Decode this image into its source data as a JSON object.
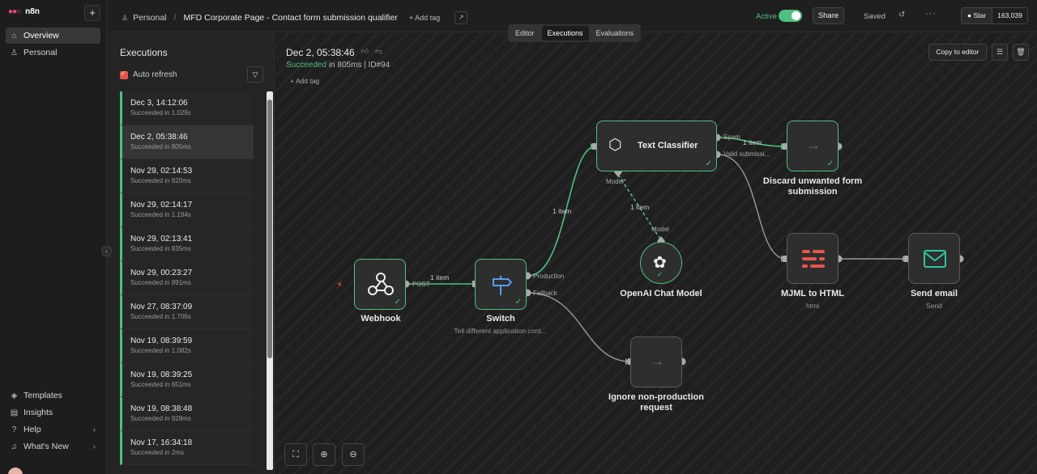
{
  "sidebar": {
    "brand": "n8n",
    "items": [
      {
        "label": "Overview",
        "icon": "home-icon"
      },
      {
        "label": "Personal",
        "icon": "user-icon"
      }
    ],
    "bottom": [
      {
        "label": "Templates",
        "icon": "templates-icon"
      },
      {
        "label": "Insights",
        "icon": "insights-icon"
      },
      {
        "label": "Help",
        "icon": "help-icon"
      },
      {
        "label": "What's New",
        "icon": "bell-icon"
      }
    ]
  },
  "header": {
    "project": "Personal",
    "workflow_name": "MFD Corporate Page - Contact form submission qualifier",
    "add_tag": "+ Add tag",
    "active_label": "Active",
    "share": "Share",
    "saved": "Saved",
    "github_star": "Star",
    "github_count": "163,039"
  },
  "tabs": [
    {
      "label": "Editor"
    },
    {
      "label": "Executions"
    },
    {
      "label": "Evaluations"
    }
  ],
  "executions": {
    "title": "Executions",
    "auto_refresh": "Auto refresh",
    "items": [
      {
        "date": "Dec 3, 14:12:06",
        "status": "Succeeded in 1.029s"
      },
      {
        "date": "Dec 2, 05:38:46",
        "status": "Succeeded in 805ms"
      },
      {
        "date": "Nov 29, 02:14:53",
        "status": "Succeeded in 820ms"
      },
      {
        "date": "Nov 29, 02:14:17",
        "status": "Succeeded in 1.194s"
      },
      {
        "date": "Nov 29, 02:13:41",
        "status": "Succeeded in 835ms"
      },
      {
        "date": "Nov 29, 00:23:27",
        "status": "Succeeded in 891ms"
      },
      {
        "date": "Nov 27, 08:37:09",
        "status": "Succeeded in 1.706s"
      },
      {
        "date": "Nov 19, 08:39:59",
        "status": "Succeeded in 1.082s"
      },
      {
        "date": "Nov 19, 08:39:25",
        "status": "Succeeded in 651ms"
      },
      {
        "date": "Nov 19, 08:38:48",
        "status": "Succeeded in 928ms"
      },
      {
        "date": "Nov 17, 16:34:18",
        "status": "Succeeded in 2ms"
      }
    ]
  },
  "detail": {
    "date": "Dec 2, 05:38:46",
    "status_word": "Succeeded",
    "status_rest": " in 805ms | ID#94",
    "add_tag": "+  Add tag",
    "copy_to_editor": "Copy to editor"
  },
  "nodes": {
    "webhook": {
      "label": "Webhook",
      "port": "POST"
    },
    "switch": {
      "label": "Switch",
      "sub": "Tell different application cont...",
      "port1": "Production",
      "port2": "Fallback"
    },
    "classifier": {
      "label": "Text Classifier",
      "port1": "Spam",
      "port2": "Valid submissi...",
      "model_port": "Model*"
    },
    "openai": {
      "label": "OpenAI Chat Model",
      "port": "Model"
    },
    "discard": {
      "label": "Discard unwanted form submission"
    },
    "ignore": {
      "label": "Ignore non-production request"
    },
    "mjml": {
      "label": "MJML to HTML",
      "sub": "html"
    },
    "email": {
      "label": "Send email",
      "sub": "Send"
    }
  },
  "edges": {
    "e1": "1 item",
    "e2": "1 item",
    "e3": "1 item",
    "e4": "1 item"
  }
}
